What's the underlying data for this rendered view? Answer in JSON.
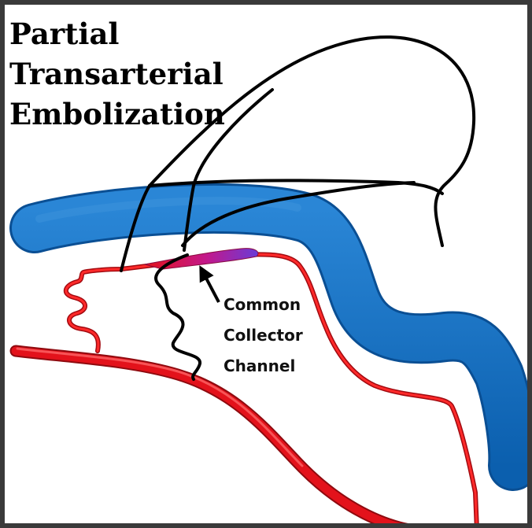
{
  "title": {
    "line1": "Partial",
    "line2": "Transarterial",
    "line3": "Embolization"
  },
  "annotation": {
    "line1": "Common",
    "line2": "Collector",
    "line3": "Channel"
  },
  "colors": {
    "vein": "#0f6fc4",
    "vein_highlight": "#3d93dc",
    "artery": "#e3121b",
    "artery_dark": "#a20a10",
    "embolization": "#c2188c",
    "outline": "#000000"
  }
}
